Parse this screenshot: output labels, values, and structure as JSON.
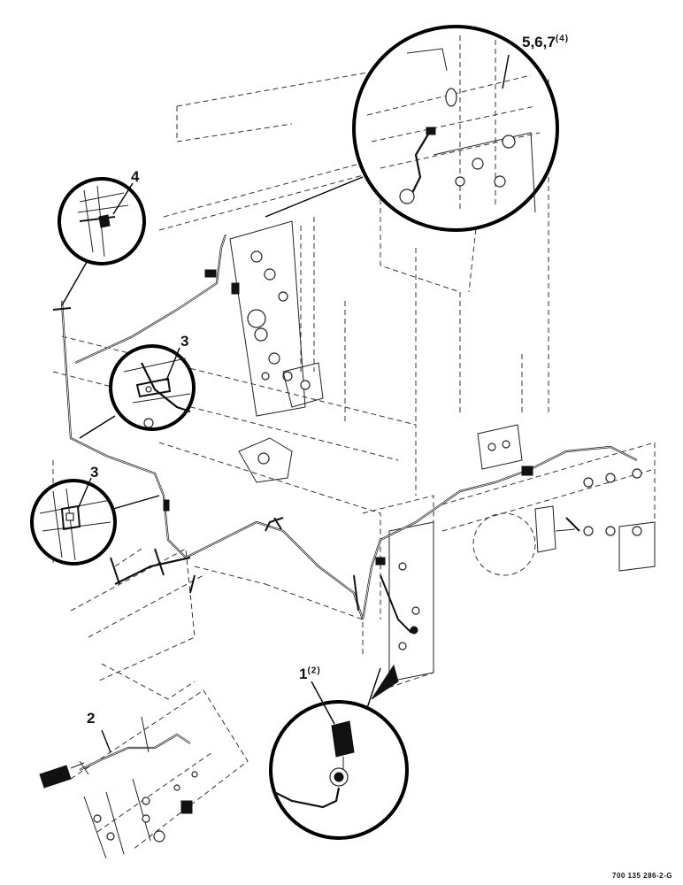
{
  "callouts": {
    "c1": {
      "label": "1",
      "qty": "(2)"
    },
    "c2": {
      "label": "2",
      "qty": ""
    },
    "c3a": {
      "label": "3",
      "qty": ""
    },
    "c3b": {
      "label": "3",
      "qty": ""
    },
    "c4": {
      "label": "4",
      "qty": ""
    },
    "c567": {
      "label": "5,6,7",
      "qty": "(4)"
    }
  },
  "drawing_id": "700 135 286-2-G"
}
